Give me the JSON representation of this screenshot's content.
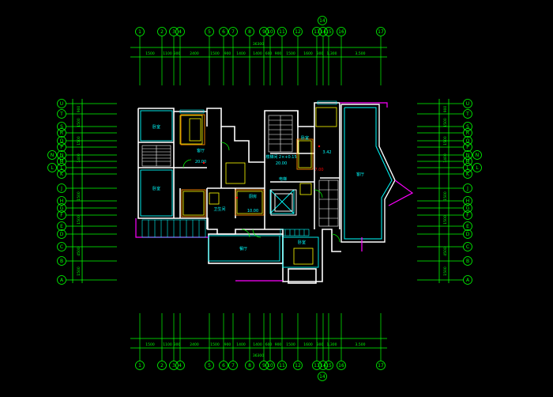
{
  "colors": {
    "background": "#000000",
    "axis": "#00ff00",
    "wall": "#ffffff",
    "room_label": "#00ffff",
    "furniture": "#ffff00",
    "accent_magenta": "#ff00ff",
    "accent_cyan": "#00ffff",
    "note_red": "#ff0000",
    "furniture_orange": "#ff8800"
  },
  "top_axes": [
    "1",
    "2",
    "3",
    "4",
    "5",
    "6",
    "7",
    "8",
    "9",
    "10",
    "11",
    "12",
    "13",
    "14",
    "15",
    "16",
    "17"
  ],
  "bottom_axes": [
    "1",
    "2",
    "3",
    "4",
    "5",
    "6",
    "7",
    "8",
    "9",
    "10",
    "11",
    "12",
    "13",
    "14",
    "15",
    "16",
    "17"
  ],
  "left_axes": [
    "U",
    "T",
    "S",
    "R",
    "Q",
    "P",
    "N",
    "M",
    "L",
    "K",
    "J",
    "H",
    "G",
    "F",
    "E",
    "D",
    "C",
    "B",
    "A"
  ],
  "right_axes": [
    "U",
    "T",
    "S",
    "R",
    "Q",
    "P",
    "N",
    "M",
    "L",
    "K",
    "J",
    "H",
    "G",
    "F",
    "E",
    "D",
    "C",
    "B",
    "A"
  ],
  "top_dims": [
    "1500",
    "1100",
    "300",
    "2400",
    "1500",
    "900",
    "1400",
    "1400",
    "600",
    "900",
    "1500",
    "1600",
    "300",
    "1,300",
    "3,500"
  ],
  "top_total": "36300",
  "bottom_dims": [
    "1500",
    "1100",
    "300",
    "2400",
    "1500",
    "900",
    "1400",
    "1400",
    "600",
    "900",
    "1500",
    "1600",
    "300",
    "1,300",
    "3,500"
  ],
  "bottom_total": "36300",
  "left_dims": [
    "900",
    "1500",
    "1500",
    "1400",
    "1500",
    "1500",
    "4500",
    "1500"
  ],
  "right_dims": [
    "900",
    "1500",
    "1500",
    "1400",
    "1500",
    "1500",
    "4500",
    "1500"
  ],
  "room_labels": {
    "left_top": "卧室",
    "living_left": "客厅",
    "living_area": "20.00",
    "left_mid": "卧室",
    "bath": "卫生间",
    "kitchen": "厨房",
    "kitchen_area": "10.00",
    "stair_note": "楼梯间 2×+0.15",
    "stair_area": "20.00",
    "right_bed": "卧室",
    "right_bed_area": "3.42",
    "red_note": "7.00",
    "big_room": "客厅",
    "bottom_left": "餐厅",
    "bottom_right": "卧室",
    "elev": "电梯"
  }
}
